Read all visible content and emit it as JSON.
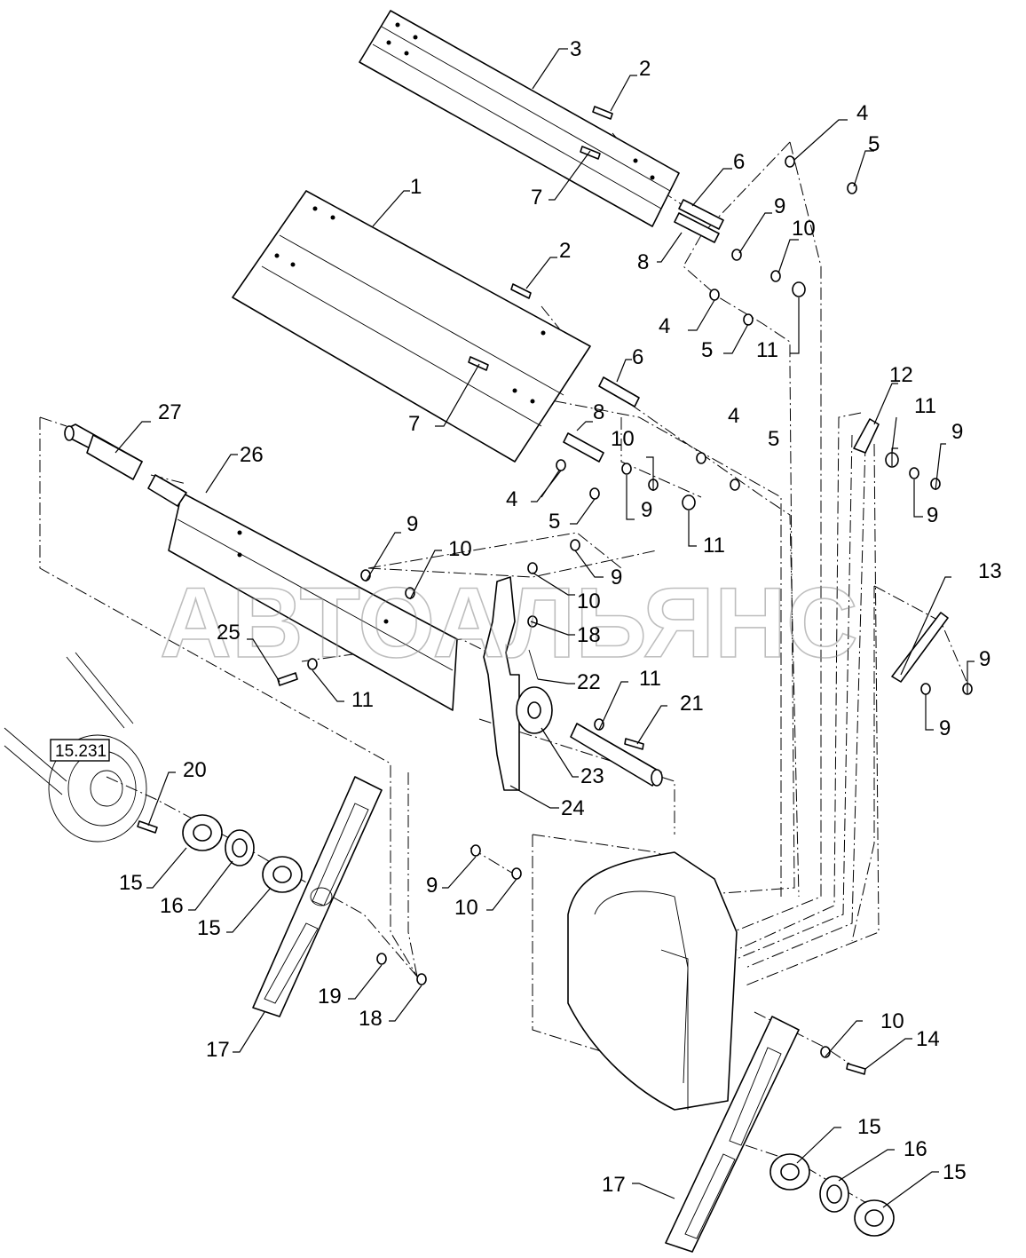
{
  "watermark": "АВТОАЛЬЯНС",
  "reference_box": "15.231",
  "callouts": [
    {
      "id": "c3",
      "text": "3"
    },
    {
      "id": "c2a",
      "text": "2"
    },
    {
      "id": "c4a",
      "text": "4"
    },
    {
      "id": "c5a",
      "text": "5"
    },
    {
      "id": "c6a",
      "text": "6"
    },
    {
      "id": "c7a",
      "text": "7"
    },
    {
      "id": "c9a",
      "text": "9"
    },
    {
      "id": "c10a",
      "text": "10"
    },
    {
      "id": "c8a",
      "text": "8"
    },
    {
      "id": "c1",
      "text": "1"
    },
    {
      "id": "c2b",
      "text": "2"
    },
    {
      "id": "c4b",
      "text": "4"
    },
    {
      "id": "c5b",
      "text": "5"
    },
    {
      "id": "c11a",
      "text": "11"
    },
    {
      "id": "c6b",
      "text": "6"
    },
    {
      "id": "c12",
      "text": "12"
    },
    {
      "id": "c27",
      "text": "27"
    },
    {
      "id": "c7b",
      "text": "7"
    },
    {
      "id": "c8b",
      "text": "8"
    },
    {
      "id": "c4c",
      "text": "4"
    },
    {
      "id": "c5c",
      "text": "5"
    },
    {
      "id": "c11b",
      "text": "11"
    },
    {
      "id": "c9b",
      "text": "9"
    },
    {
      "id": "c26",
      "text": "26"
    },
    {
      "id": "c10b",
      "text": "10"
    },
    {
      "id": "c9c",
      "text": "9"
    },
    {
      "id": "c4d",
      "text": "4"
    },
    {
      "id": "c5d",
      "text": "5"
    },
    {
      "id": "c9d",
      "text": "9"
    },
    {
      "id": "c11c",
      "text": "11"
    },
    {
      "id": "c9e",
      "text": "9"
    },
    {
      "id": "c10c",
      "text": "10"
    },
    {
      "id": "c9f",
      "text": "9"
    },
    {
      "id": "c13",
      "text": "13"
    },
    {
      "id": "c10d",
      "text": "10"
    },
    {
      "id": "c25",
      "text": "25"
    },
    {
      "id": "c18a",
      "text": "18"
    },
    {
      "id": "c9g",
      "text": "9"
    },
    {
      "id": "c22",
      "text": "22"
    },
    {
      "id": "c11d",
      "text": "11"
    },
    {
      "id": "c11e",
      "text": "11"
    },
    {
      "id": "c21",
      "text": "21"
    },
    {
      "id": "c9h",
      "text": "9"
    },
    {
      "id": "c20",
      "text": "20"
    },
    {
      "id": "c23",
      "text": "23"
    },
    {
      "id": "c24",
      "text": "24"
    },
    {
      "id": "c15a",
      "text": "15"
    },
    {
      "id": "c16a",
      "text": "16"
    },
    {
      "id": "c9i",
      "text": "9"
    },
    {
      "id": "c10e",
      "text": "10"
    },
    {
      "id": "c15b",
      "text": "15"
    },
    {
      "id": "c19",
      "text": "19"
    },
    {
      "id": "c18b",
      "text": "18"
    },
    {
      "id": "c17a",
      "text": "17"
    },
    {
      "id": "c10f",
      "text": "10"
    },
    {
      "id": "c14",
      "text": "14"
    },
    {
      "id": "c15c",
      "text": "15"
    },
    {
      "id": "c16b",
      "text": "16"
    },
    {
      "id": "c17b",
      "text": "17"
    },
    {
      "id": "c15d",
      "text": "15"
    }
  ]
}
